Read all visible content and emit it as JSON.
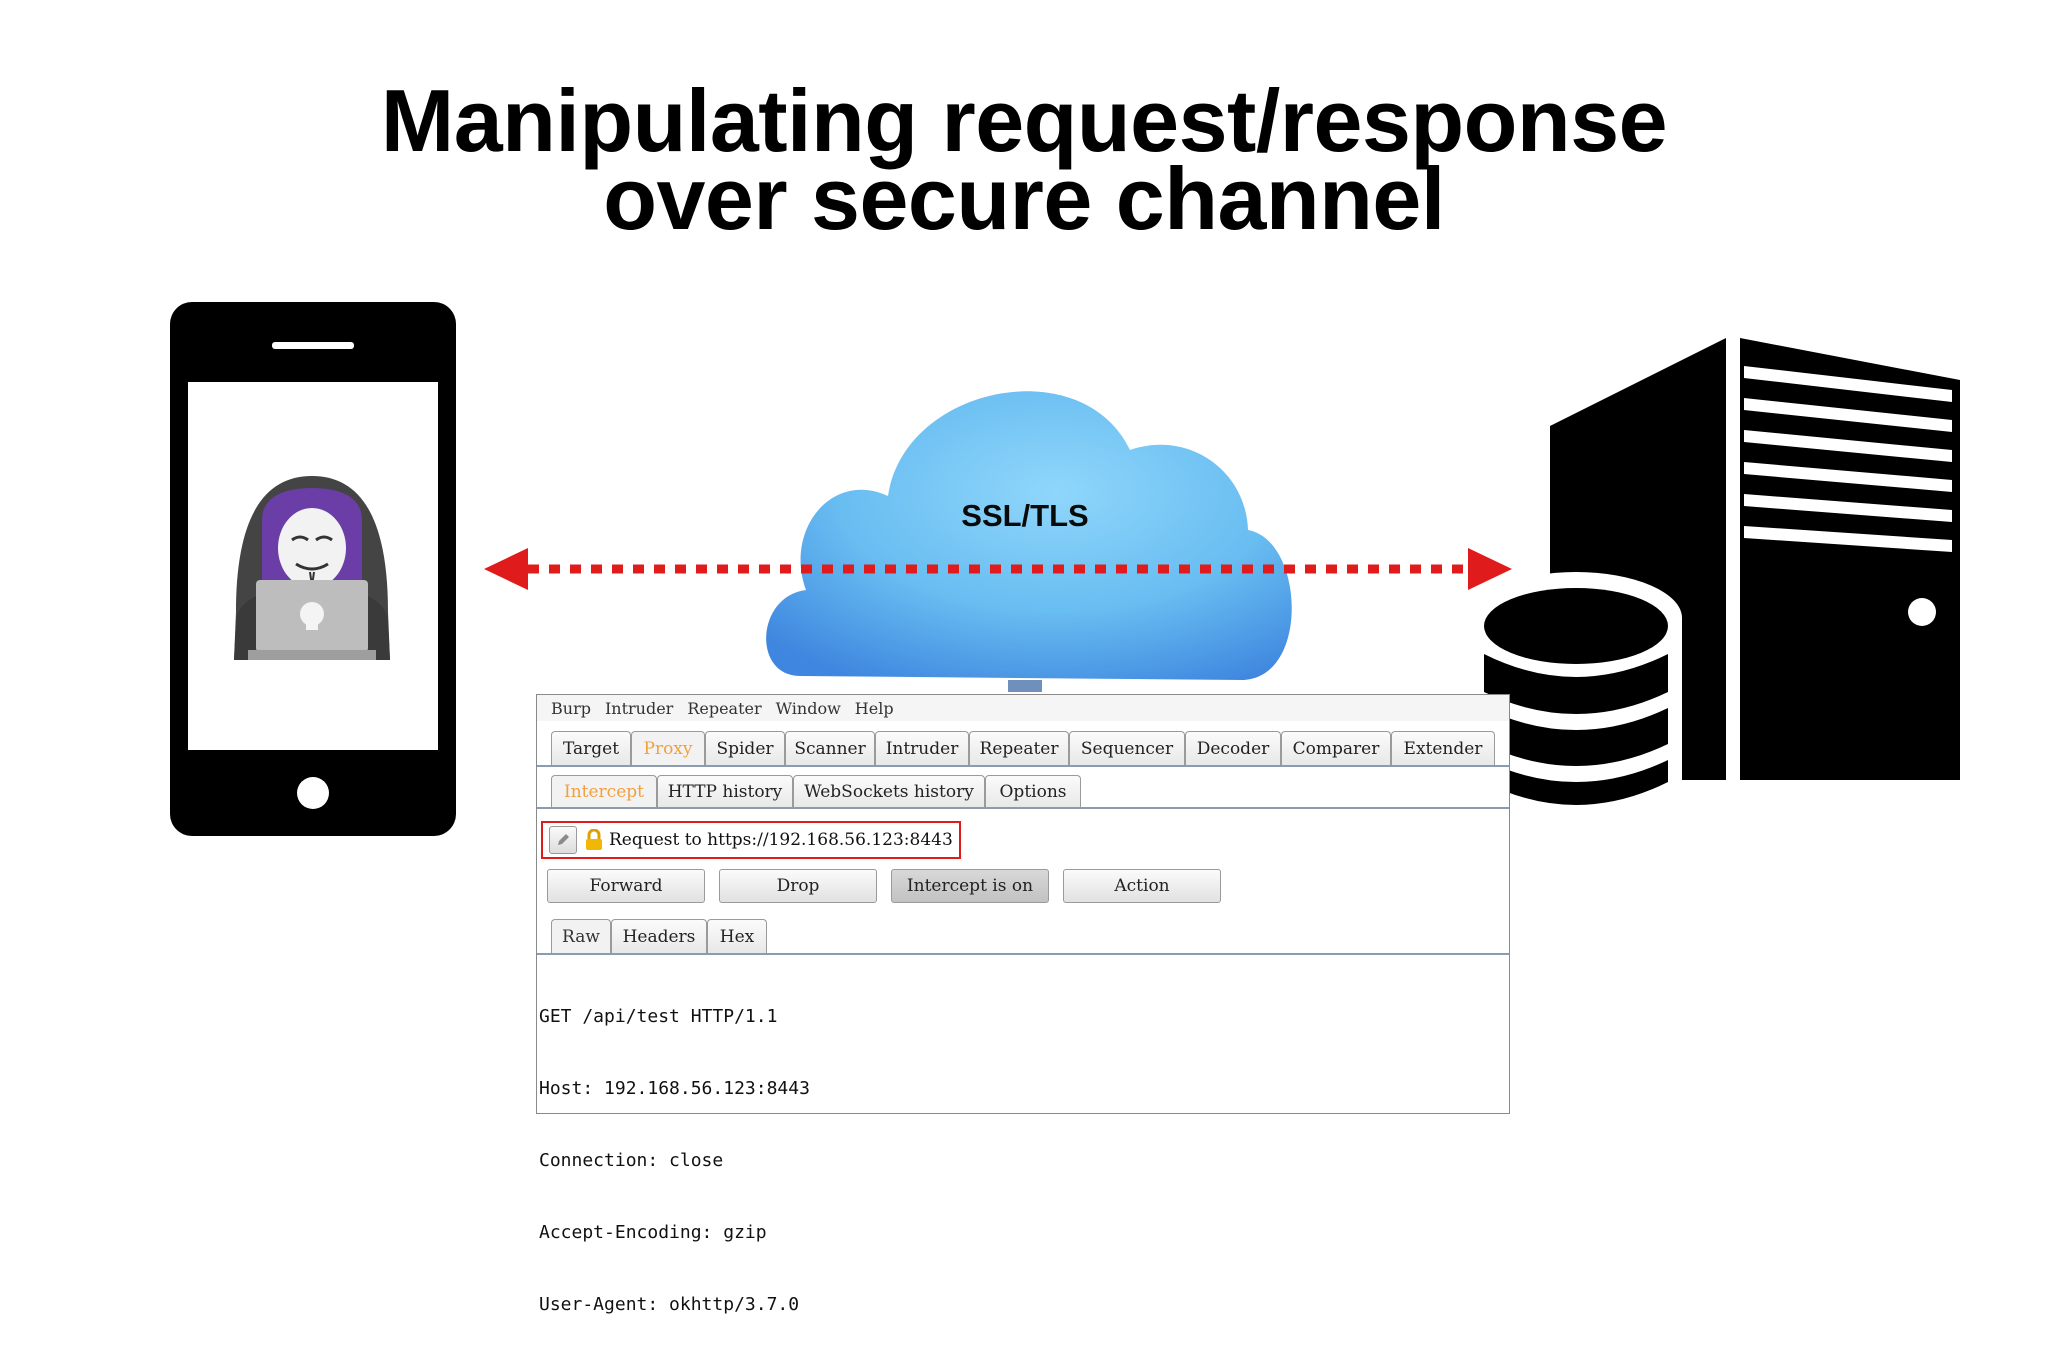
{
  "title": {
    "line1": "Manipulating request/response",
    "line2": "over secure channel"
  },
  "cloud": {
    "label": "SSL/TLS"
  },
  "colors": {
    "arrow": "#e01b1b",
    "cloud": "#6fc3f3",
    "icons": "#000000"
  },
  "icons": [
    "smartphone-icon",
    "hacker-icon",
    "cloud-icon",
    "server-icon",
    "database-icon",
    "double-arrow-icon"
  ],
  "burp": {
    "menu": [
      "Burp",
      "Intruder",
      "Repeater",
      "Window",
      "Help"
    ],
    "main_tabs": [
      "Target",
      "Proxy",
      "Spider",
      "Scanner",
      "Intruder",
      "Repeater",
      "Sequencer",
      "Decoder",
      "Comparer",
      "Extender"
    ],
    "proxy_tabs": [
      "Intercept",
      "HTTP history",
      "WebSockets history",
      "Options"
    ],
    "request_line": "Request to https://192.168.56.123:8443",
    "buttons": [
      "Forward",
      "Drop",
      "Intercept is on",
      "Action"
    ],
    "view_tabs": [
      "Raw",
      "Headers",
      "Hex"
    ],
    "raw_lines": [
      "GET /api/test HTTP/1.1",
      "Host: 192.168.56.123:8443",
      "Connection: close",
      "Accept-Encoding: gzip",
      "User-Agent: okhttp/3.7.0"
    ]
  }
}
